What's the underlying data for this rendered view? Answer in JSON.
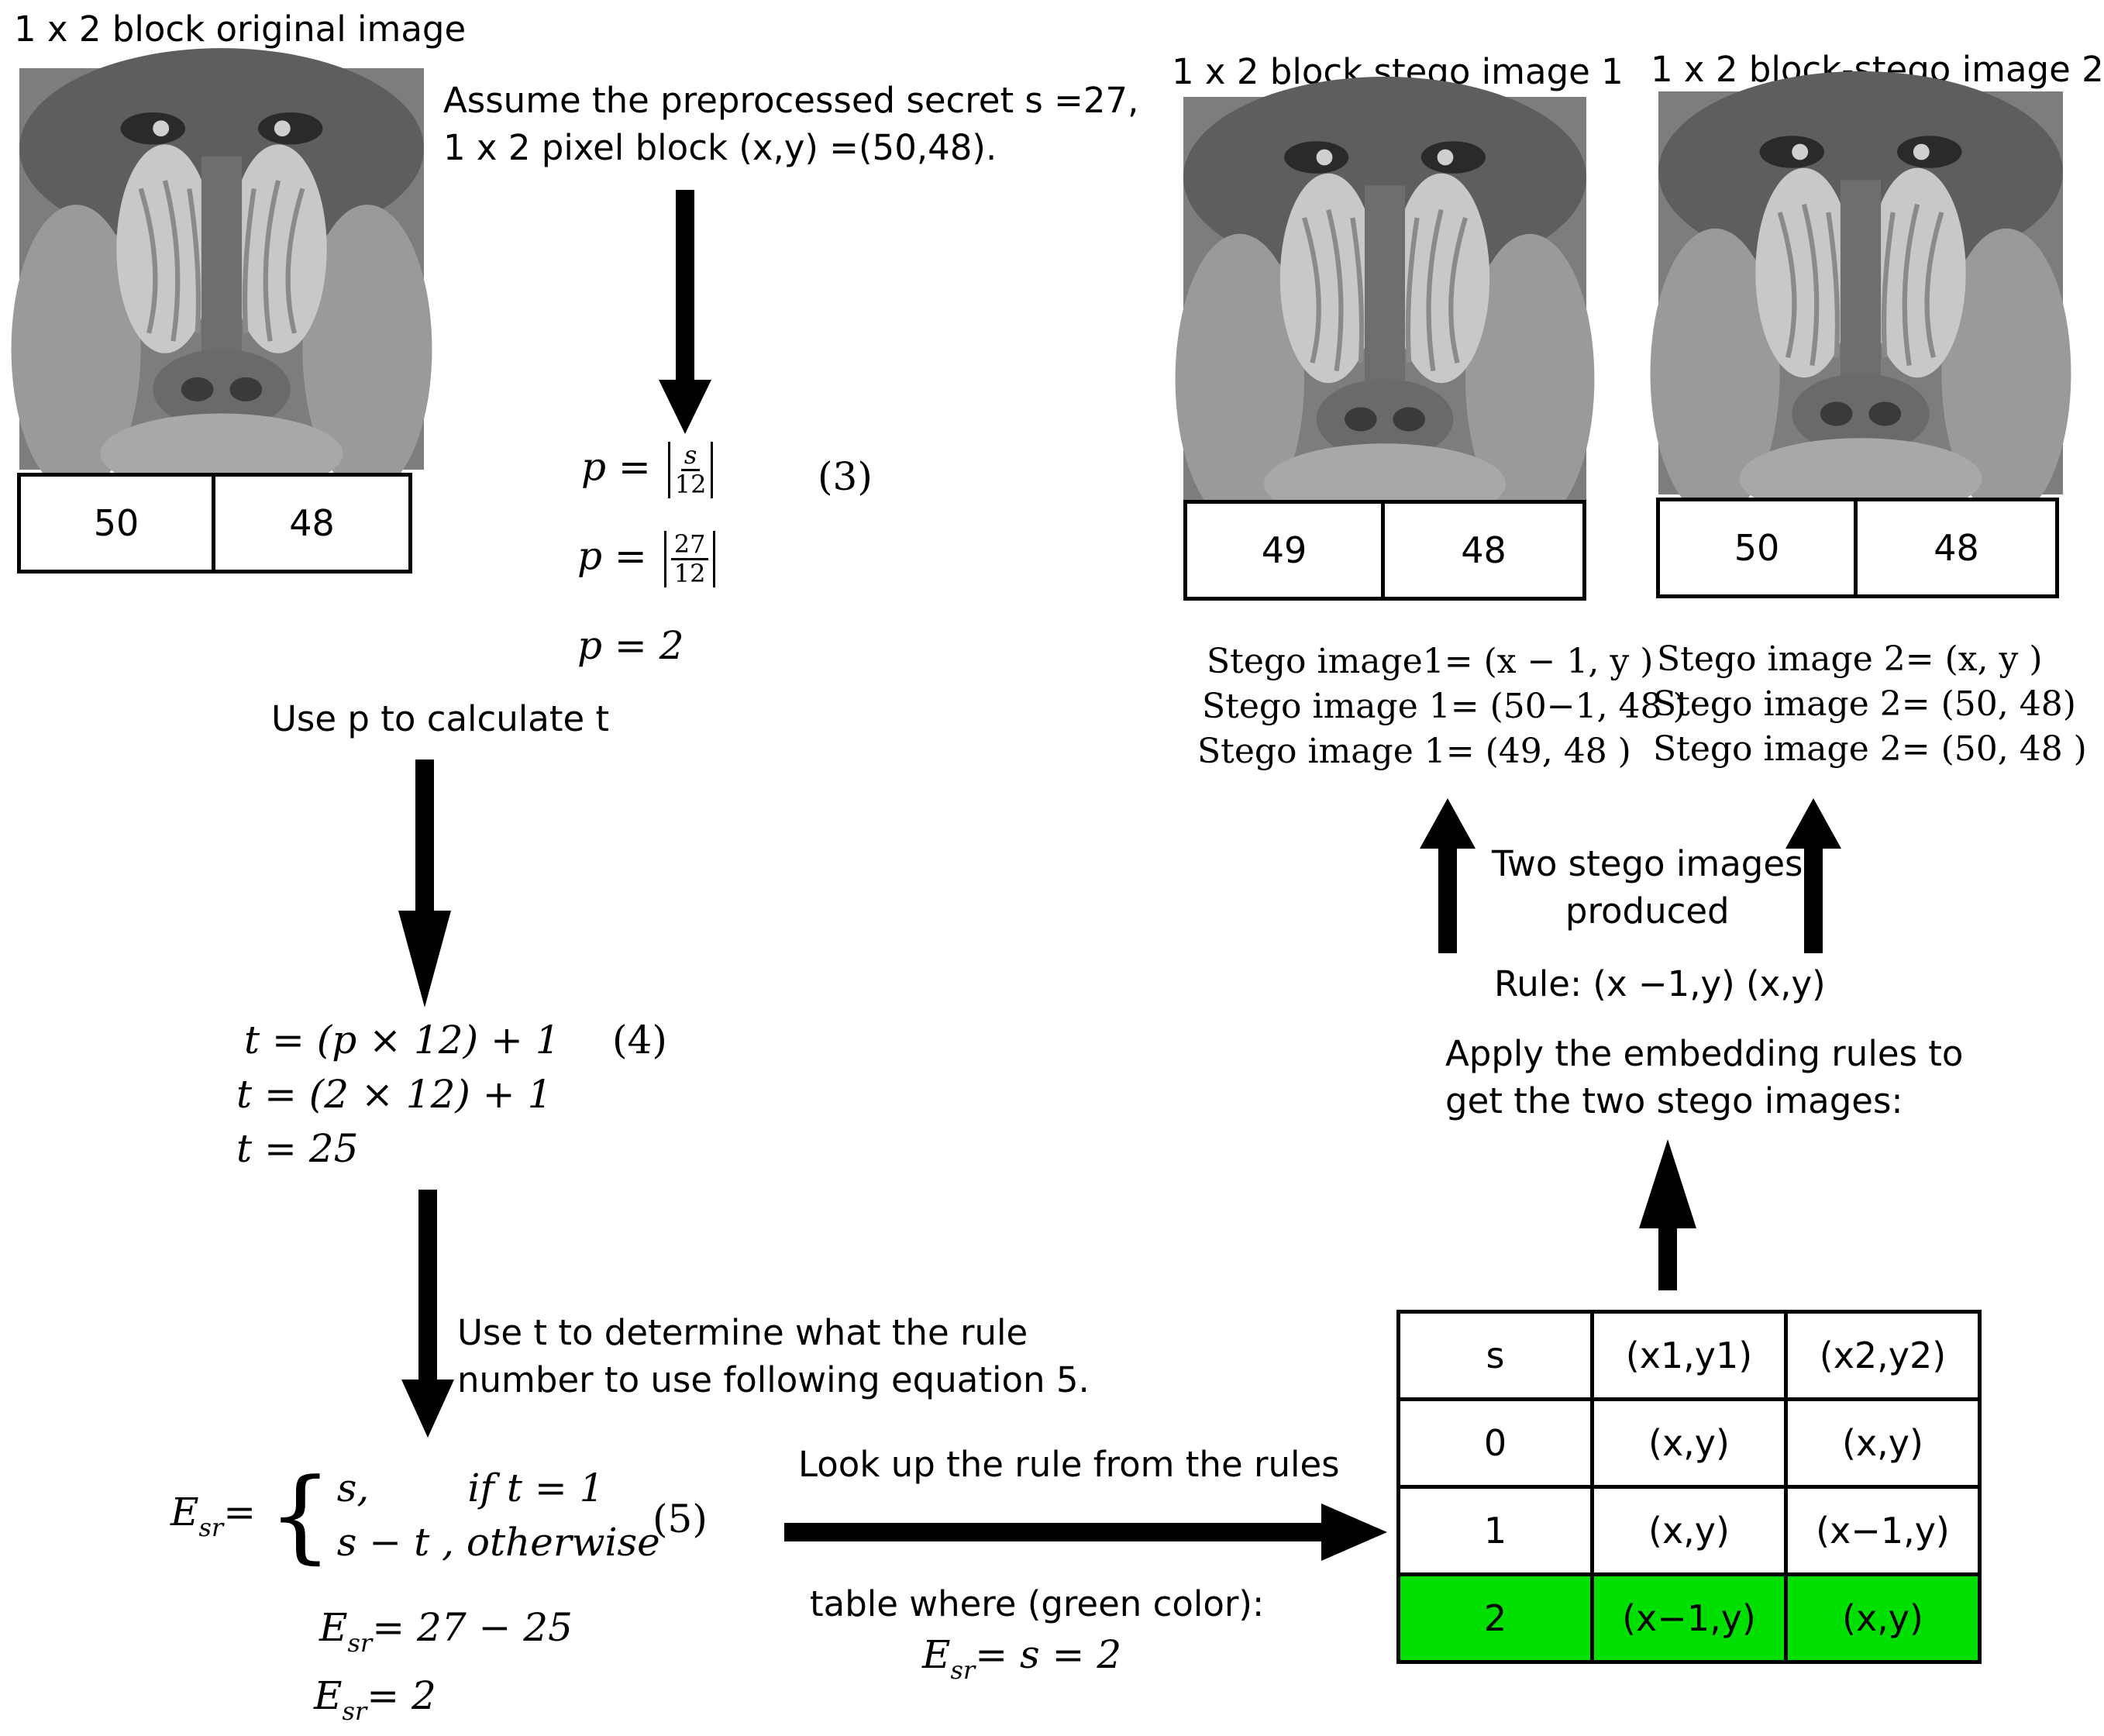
{
  "original": {
    "title": "1 x 2 block original image",
    "pixels": [
      "50",
      "48"
    ]
  },
  "assumption": {
    "line1": "Assume the preprocessed secret s =27,",
    "line2": "1 x 2 pixel block (x,y) =(50,48)."
  },
  "eq3": {
    "lhs": "p =",
    "frac_num": "s",
    "frac_den": "12",
    "num2": "27",
    "den2": "12",
    "result": "p = 2",
    "tag": "(3)"
  },
  "use_p": "Use p to calculate t",
  "eq4": {
    "line1": "t = (p × 12) + 1",
    "line2": "t = (2 × 12) + 1",
    "line3": "t = 25",
    "tag": "(4)"
  },
  "use_t": {
    "line1": "Use t to determine what the rule",
    "line2": "number to use following equation 5."
  },
  "eq5": {
    "lhs": "E",
    "lhs_sub": "sr",
    "case1": "s,        if t = 1",
    "case2": "s − t , otherwise",
    "tag": "(5)",
    "line2": "= 27 − 25",
    "line3": "= 2"
  },
  "lookup": {
    "line1": "Look up the rule from the rules",
    "line2": "table where (green color):",
    "eq": "= s = 2"
  },
  "rules_table": {
    "header": [
      "s",
      "(x1,y1)",
      "(x2,y2)"
    ],
    "rows": [
      [
        "0",
        "(x,y)",
        "(x,y)"
      ],
      [
        "1",
        "(x,y)",
        "(x−1,y)"
      ],
      [
        "2",
        "(x−1,y)",
        "(x,y)"
      ]
    ],
    "highlight_color": "#00e000"
  },
  "apply": {
    "line1": "Apply the embedding rules to",
    "line2": "get the two stego images:"
  },
  "rule_text": "Rule: (x −1,y) (x,y)",
  "produced": {
    "line1": "Two stego images",
    "line2": "produced"
  },
  "stego1": {
    "title": "1 x 2 block stego image 1",
    "pixels": [
      "49",
      "48"
    ],
    "calc": [
      "Stego image1= (x − 1, y )",
      "Stego image 1= (50−1, 48 )",
      "Stego image 1= (49, 48 )"
    ]
  },
  "stego2": {
    "title": "1 x 2 block-stego image 2",
    "pixels": [
      "50",
      "48"
    ],
    "calc": [
      "Stego image 2= (x, y )",
      "Stego image 2= (50, 48)",
      "Stego image 2= (50, 48 )"
    ]
  }
}
